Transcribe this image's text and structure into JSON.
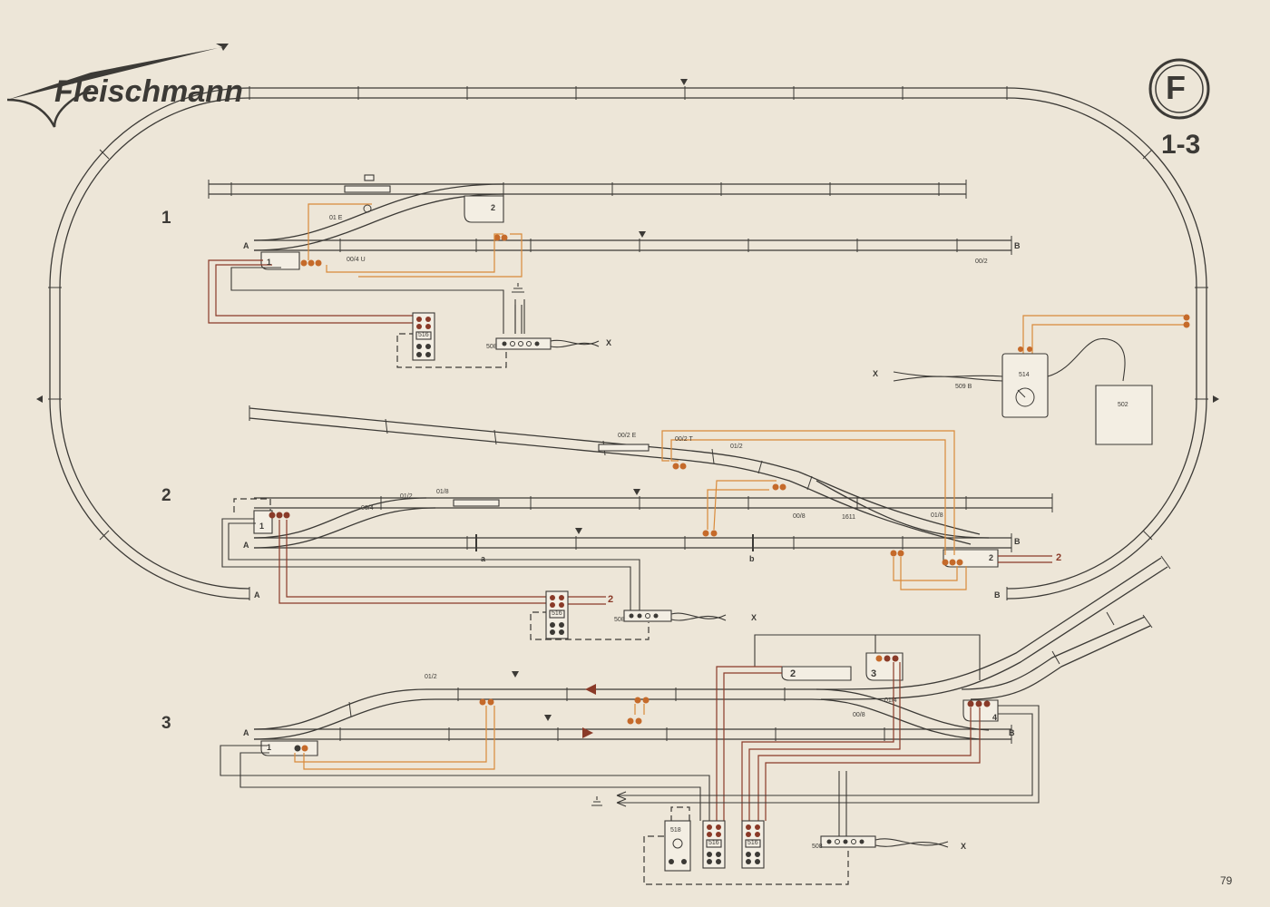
{
  "brand": "Fleischmann",
  "plan": {
    "letter": "F",
    "number": "1-3"
  },
  "page_number": "79",
  "sections": {
    "one": "1",
    "two": "2",
    "three": "3"
  },
  "endpoints": {
    "a": "A",
    "b": "B"
  },
  "track_codes": {
    "c01e": "01 E",
    "c004u": "00/4 U",
    "c002": "00/2",
    "c002e": "00/2 E",
    "c002t": "00/2 T",
    "c012": "01/2",
    "c018": "01/8",
    "c004": "00/4",
    "c008": "00/8",
    "c1611": "1611",
    "c014": "01/4"
  },
  "turnout_numbers": {
    "n1": "1",
    "n2": "2",
    "n3": "3",
    "n4": "4"
  },
  "segment_labels": {
    "a": "a",
    "b": "b"
  },
  "devices": {
    "control_box": "516",
    "transformer": "514",
    "transformer_label": "509 B",
    "power_pack": "502",
    "terminal": "508",
    "switch_box": "518"
  },
  "connections": {
    "x": "X",
    "to_2": "2"
  },
  "colors": {
    "paper": "#ede6d8",
    "ink": "#3c3a36",
    "wire_orange": "#d98a3a",
    "wire_brown": "#8a3a28"
  }
}
